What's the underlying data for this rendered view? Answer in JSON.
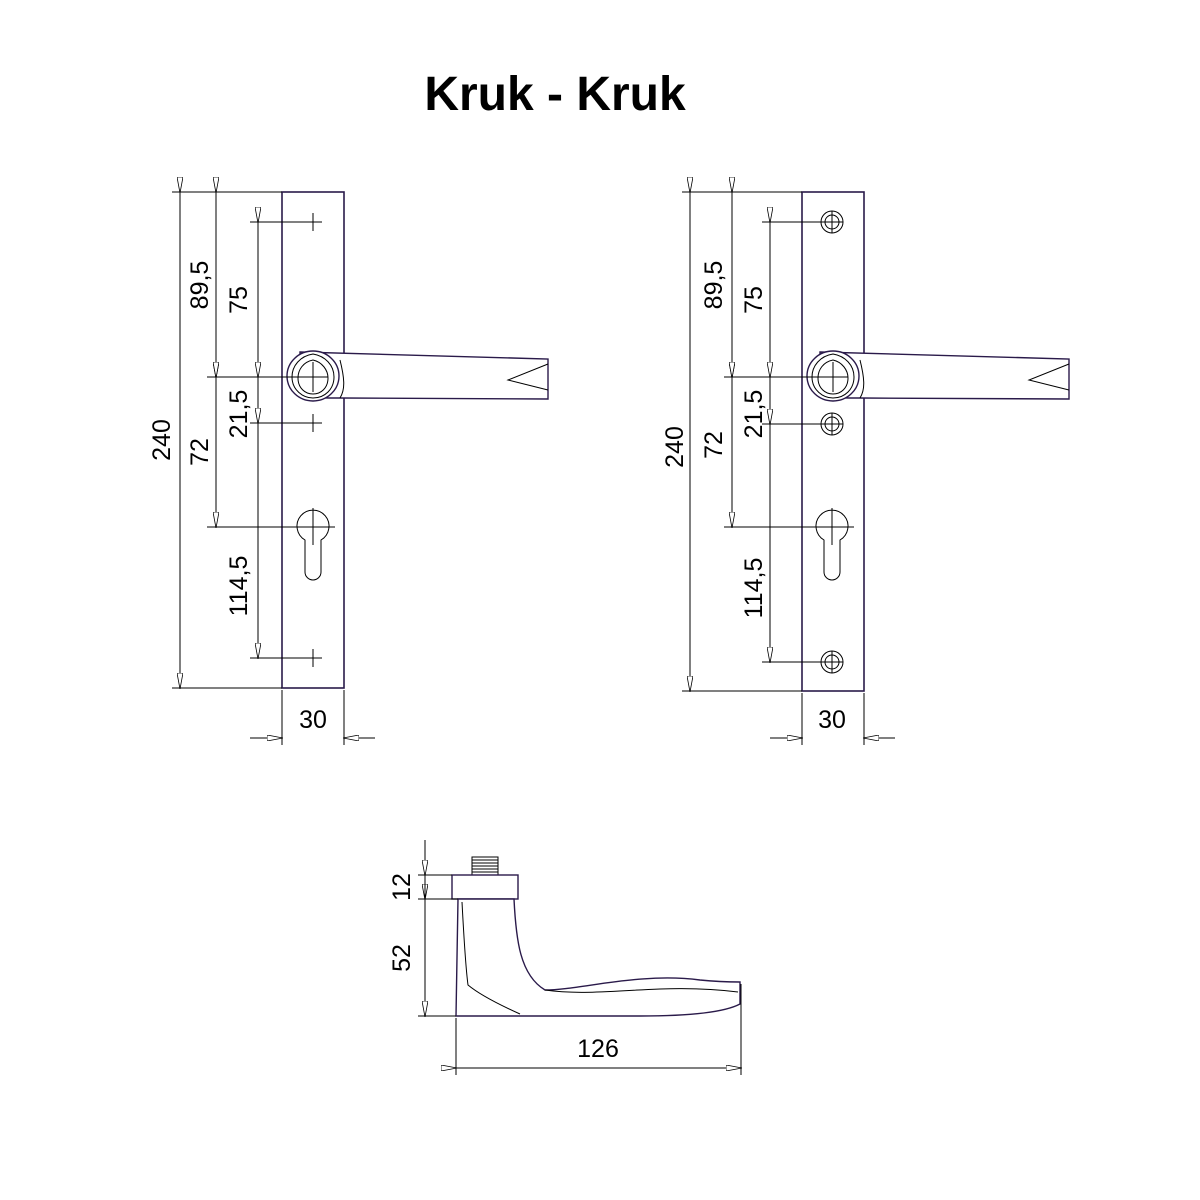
{
  "title": "Kruk - Kruk",
  "left_view": {
    "dims": {
      "total_height": "240",
      "top_to_spindle": "89,5",
      "screw_to_spindle": "75",
      "spindle_to_cylinder": "72",
      "spindle_to_screw": "21,5",
      "screw_to_screw": "114,5",
      "width": "30"
    }
  },
  "right_view": {
    "dims": {
      "total_height": "240",
      "top_to_spindle": "89,5",
      "screw_to_spindle": "75",
      "spindle_to_cylinder": "72",
      "spindle_to_screw": "21,5",
      "screw_to_screw": "114,5",
      "width": "30"
    }
  },
  "side_view": {
    "dims": {
      "rose_height": "12",
      "lever_height": "52",
      "lever_length": "126"
    }
  }
}
